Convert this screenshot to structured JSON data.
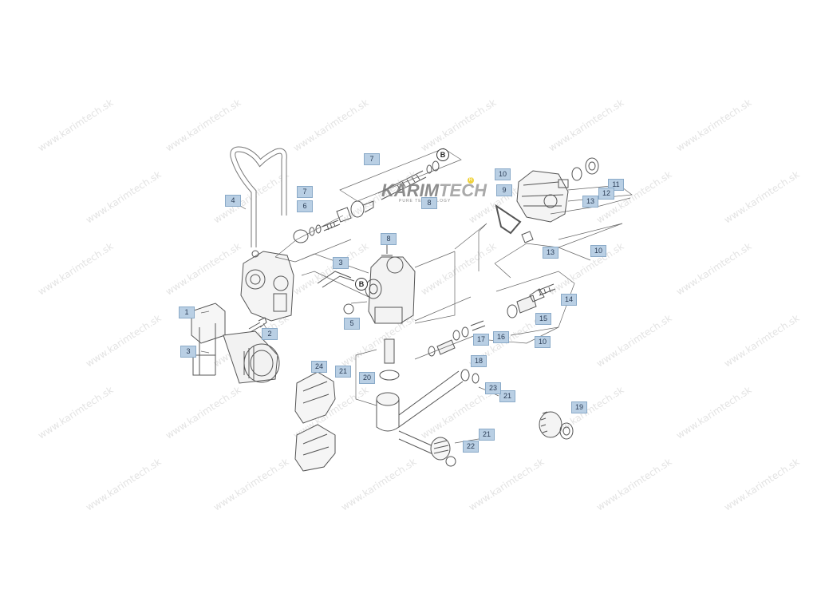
{
  "watermark_text": "www.karimtech.sk",
  "logo": {
    "brand_part1": "KARIM",
    "brand_part2": "TECH",
    "tagline": "PURE TECHNOLOGY",
    "registered": "R"
  },
  "callouts": [
    "1",
    "2",
    "3",
    "3",
    "4",
    "5",
    "6",
    "7",
    "7",
    "8",
    "8",
    "9",
    "10",
    "10",
    "10",
    "11",
    "12",
    "13",
    "13",
    "14",
    "15",
    "16",
    "17",
    "18",
    "19",
    "20",
    "21",
    "21",
    "21",
    "22",
    "23",
    "24"
  ],
  "marker_letter": "B",
  "colors": {
    "callout_fill": "#b9cfe4",
    "callout_border": "#8aaac8",
    "line_art": "#555555",
    "watermark": "#e3e3e3"
  }
}
